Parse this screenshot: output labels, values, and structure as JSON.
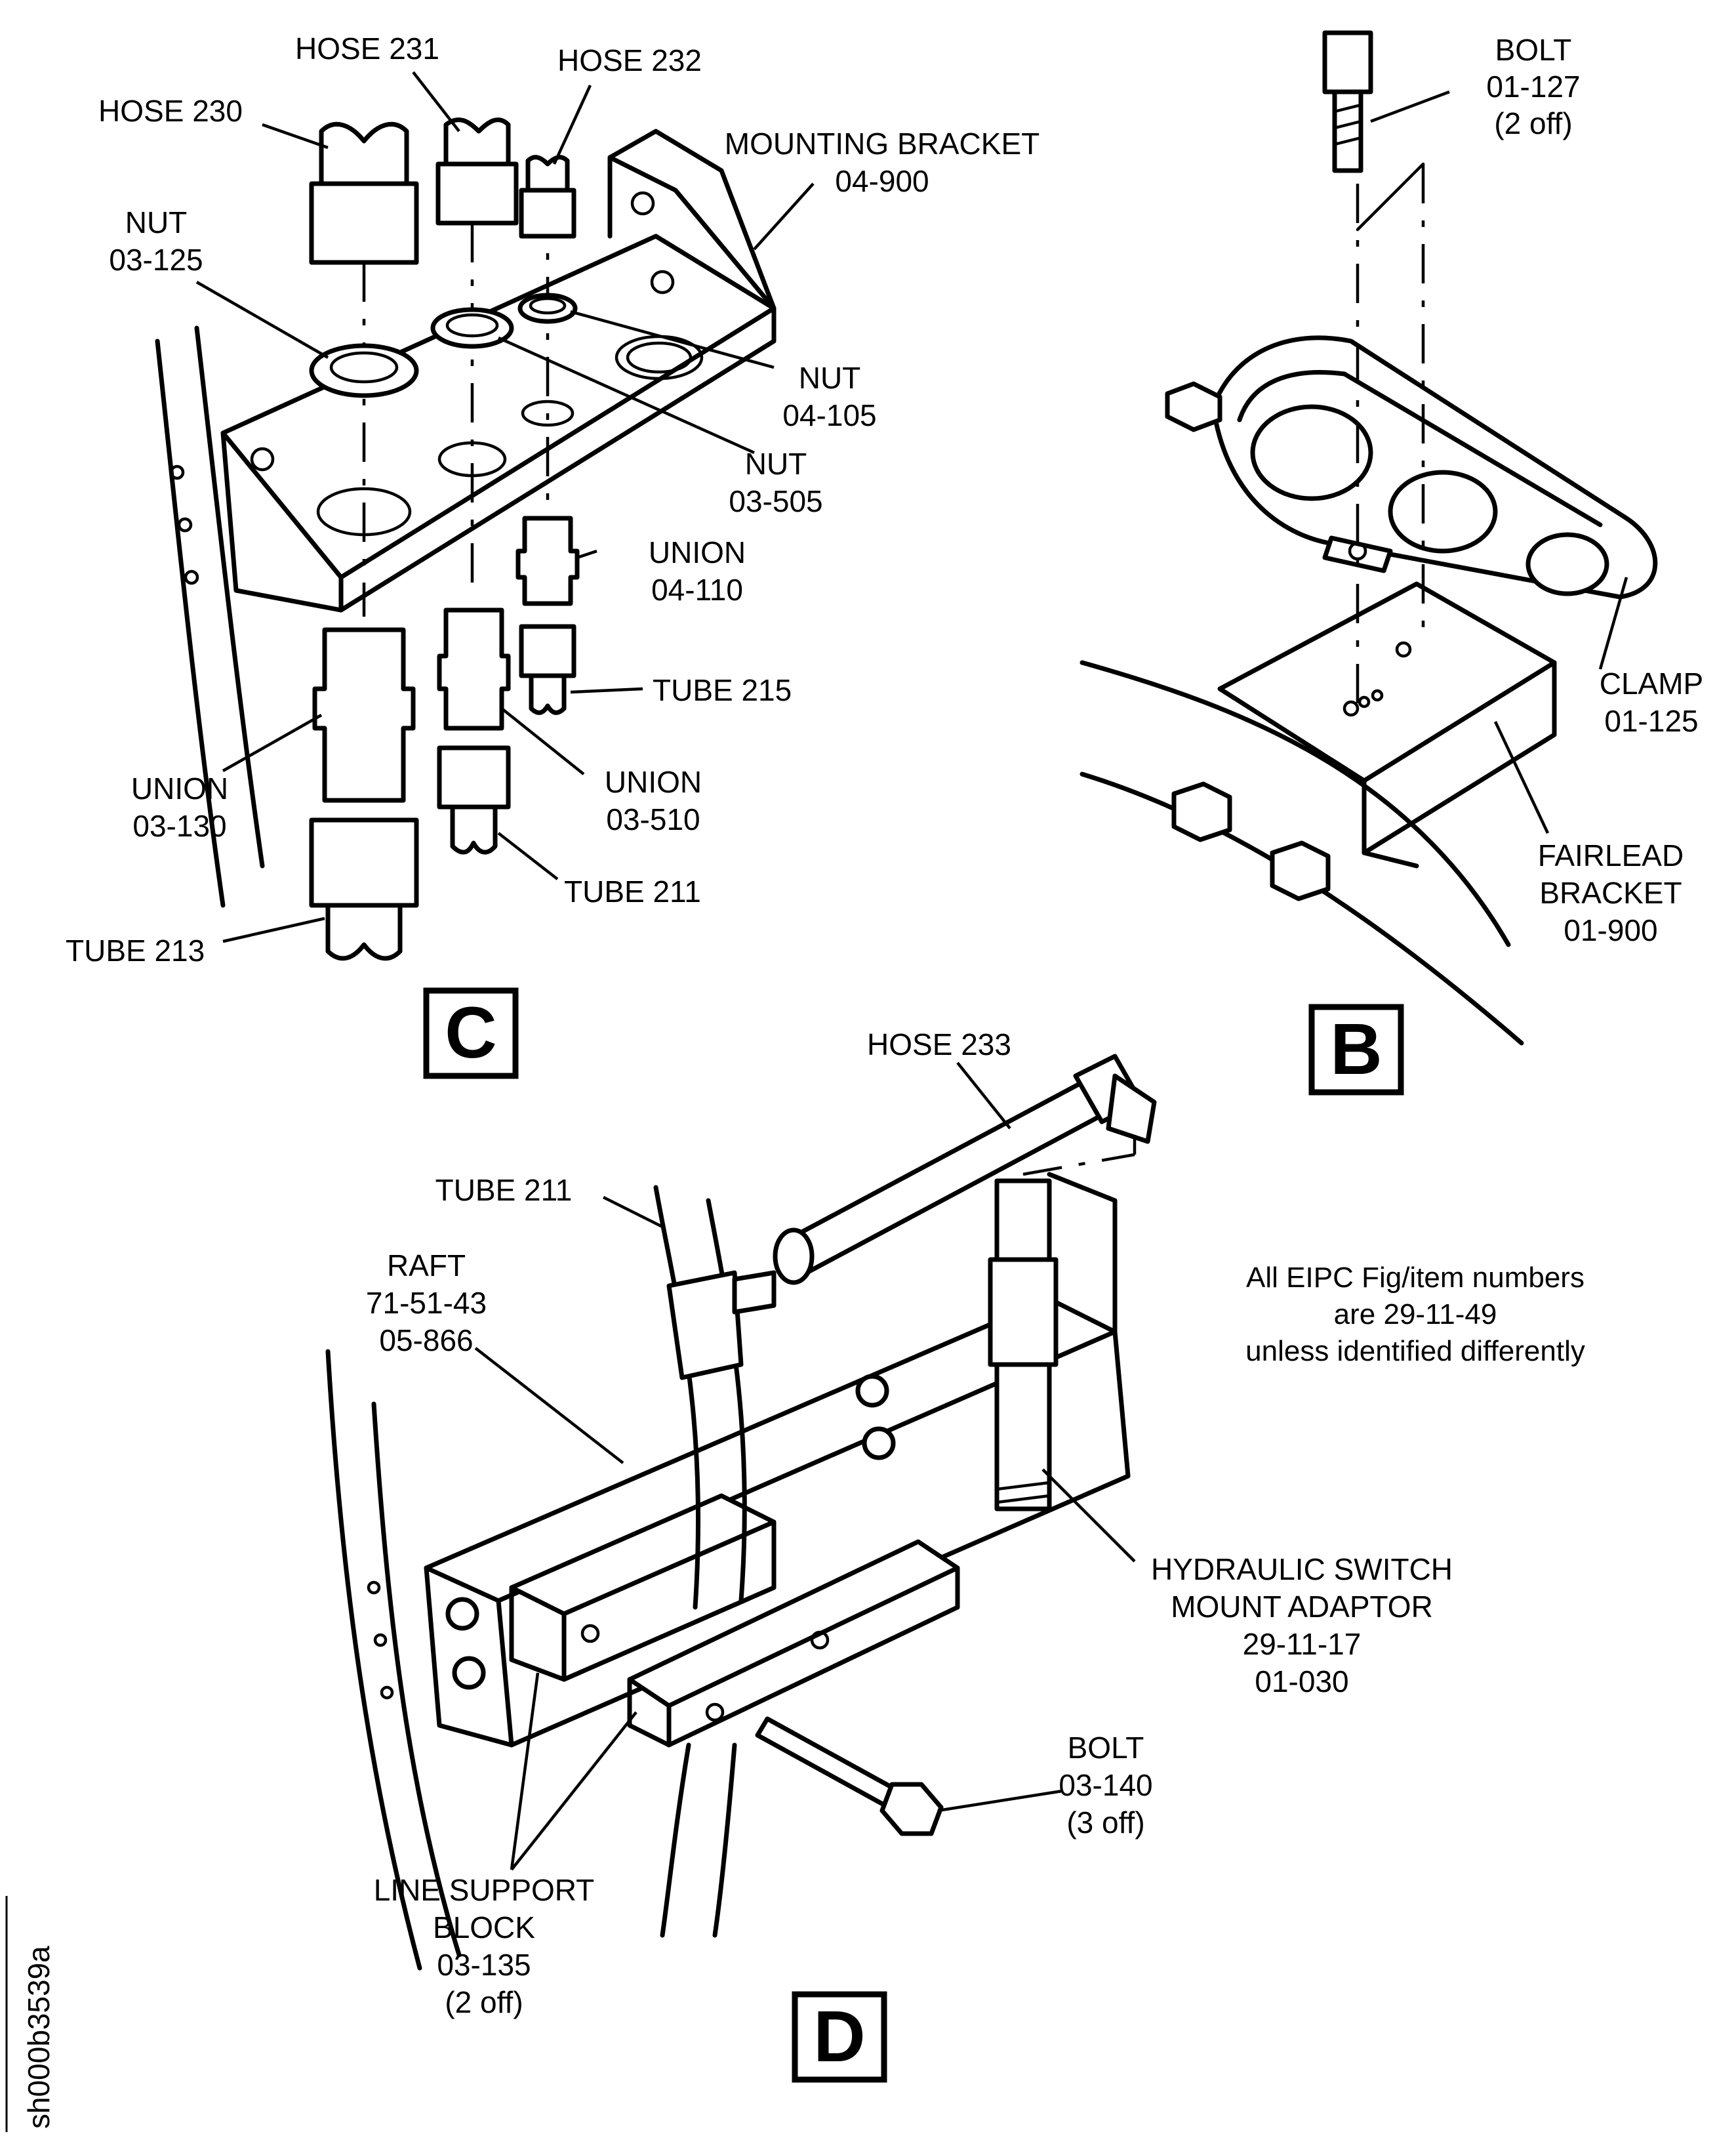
{
  "views": {
    "c": "C",
    "b": "B",
    "d": "D"
  },
  "labels": {
    "hose_230": "HOSE 230",
    "hose_231": "HOSE 231",
    "hose_232": "HOSE 232",
    "mounting_bracket": [
      "MOUNTING BRACKET",
      "04-900"
    ],
    "nut_03_125": [
      "NUT",
      "03-125"
    ],
    "nut_04_105": [
      "NUT",
      "04-105"
    ],
    "nut_03_505": [
      "NUT",
      "03-505"
    ],
    "union_04_110": [
      "UNION",
      "04-110"
    ],
    "tube_215": "TUBE 215",
    "union_03_130": [
      "UNION",
      "03-130"
    ],
    "union_03_510": [
      "UNION",
      "03-510"
    ],
    "tube_211_c": "TUBE 211",
    "tube_213": "TUBE 213",
    "bolt_01_127": [
      "BOLT",
      "01-127",
      "(2 off)"
    ],
    "clamp_01_125": [
      "CLAMP",
      "01-125"
    ],
    "fairlead_bracket": [
      "FAIRLEAD",
      "BRACKET",
      "01-900"
    ],
    "hose_233": "HOSE 233",
    "tube_211_d": "TUBE 211",
    "raft": [
      "RAFT",
      "71-51-43",
      "05-866"
    ],
    "hydraulic_switch": [
      "HYDRAULIC SWITCH",
      "MOUNT ADAPTOR",
      "29-11-17",
      "01-030"
    ],
    "bolt_03_140": [
      "BOLT",
      "03-140",
      "(3 off)"
    ],
    "line_support_block": [
      "LINE SUPPORT",
      "BLOCK",
      "03-135",
      "(2 off)"
    ]
  },
  "note": [
    "All EIPC Fig/item numbers",
    "are 29-11-49",
    "unless identified differently"
  ],
  "sheet_id": "sh000b3539a"
}
